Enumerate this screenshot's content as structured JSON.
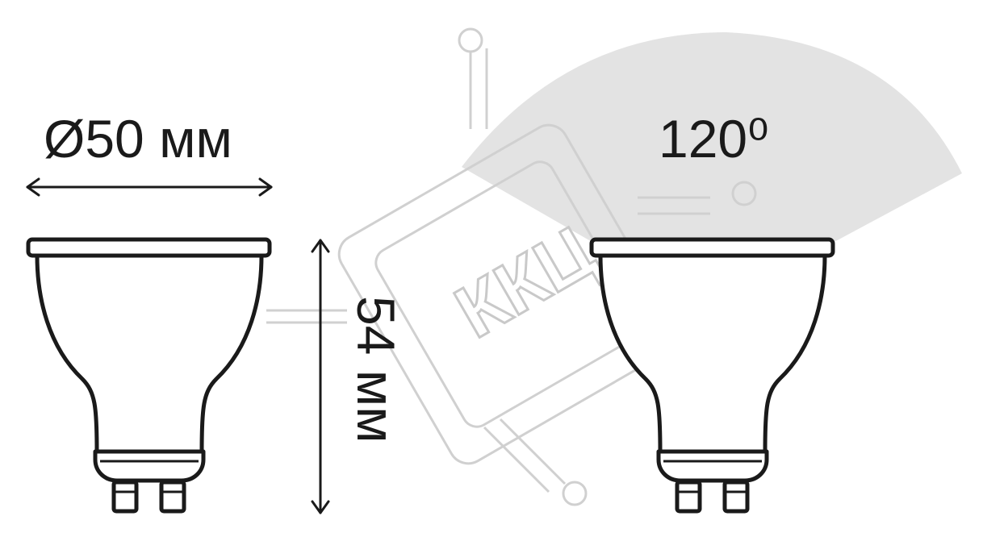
{
  "diameter_label": "Ø50 мм",
  "height_label": "54 мм",
  "beam_angle_label": "120⁰",
  "watermark_text": "ККЦ",
  "colors": {
    "outline": "#1a1a1a",
    "beam": "#e3e3e3",
    "watermark": "#c9c9c9"
  }
}
